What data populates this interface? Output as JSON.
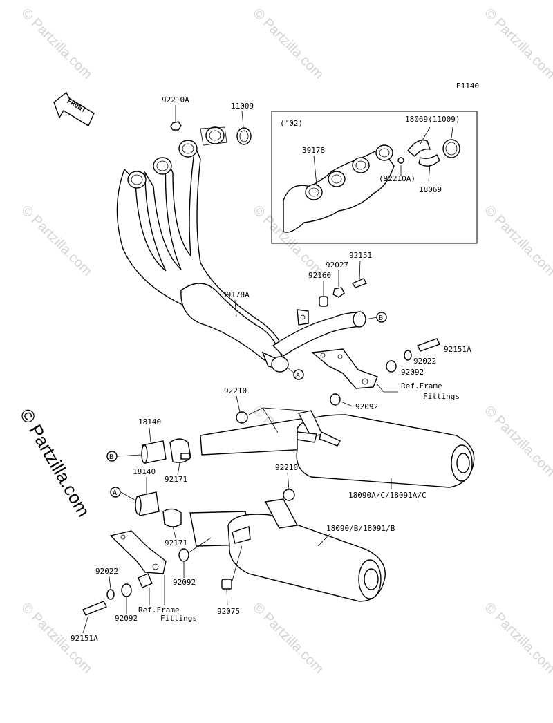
{
  "diagram_code": "E1140",
  "front_label": "FRONT",
  "watermark": "© Partzilla.com",
  "inset_note": "('02)",
  "callouts": {
    "A": "A",
    "B": "B"
  },
  "labels": {
    "p92210A": "92210A",
    "p11009": "11009",
    "p39178": "39178",
    "p18069_11009": "18069(11009)",
    "p92210A_paren": "(92210A)",
    "p18069": "18069",
    "p92151": "92151",
    "p92027": "92027",
    "p92160": "92160",
    "p39178A": "39178A",
    "p92151A_r": "92151A",
    "p92022_r": "92022",
    "p92092_r1": "92092",
    "ref_frame_r1": "Ref.Frame",
    "fittings_r": "Fittings",
    "p92092_r2": "92092",
    "p92210_top": "92210",
    "p18140_top": "18140",
    "p92171_top": "92171",
    "p18140_bot": "18140",
    "p92210_mid": "92210",
    "p18090A": "18090A/C/18091A/C",
    "p18090": "18090/B/18091/B",
    "p92171_bot": "92171",
    "p92022_l": "92022",
    "p92092_l1": "92092",
    "p92092_l2": "92092",
    "ref_frame_l": "Ref.Frame",
    "fittings_l": "Fittings",
    "p92075": "92075",
    "p92151A_l": "92151A"
  }
}
